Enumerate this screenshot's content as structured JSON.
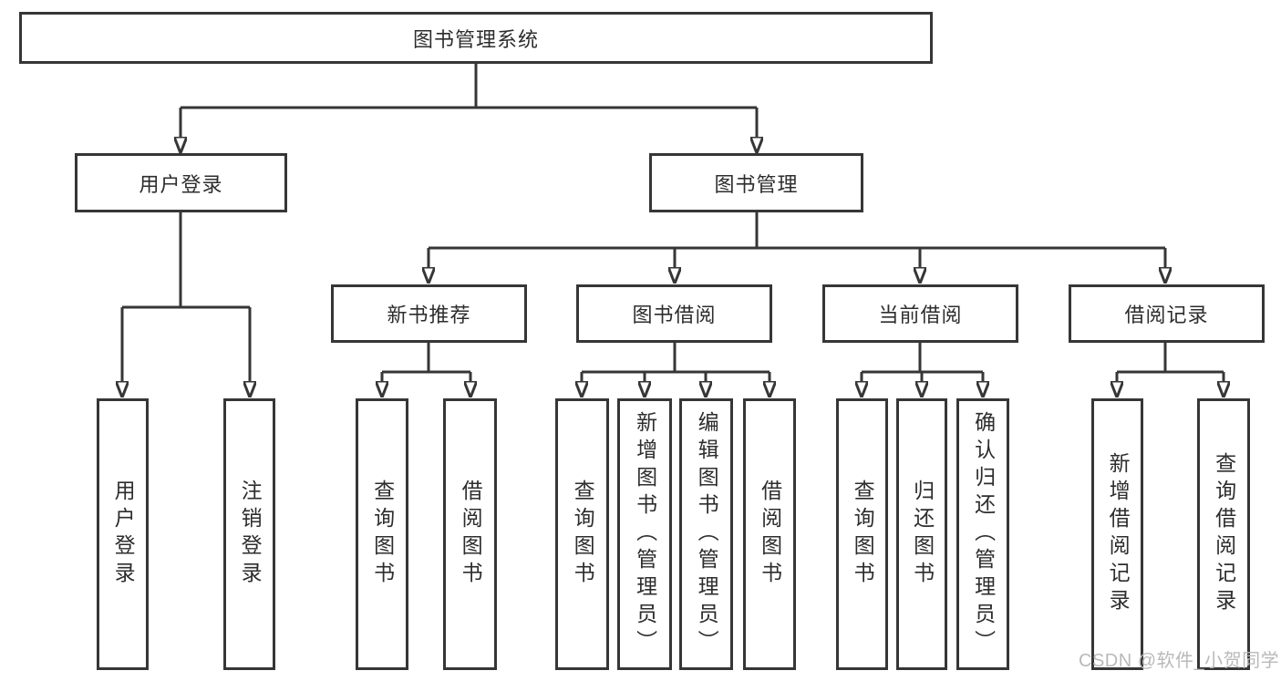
{
  "tree": {
    "root": {
      "label": "图书管理系统"
    },
    "branches": [
      {
        "label": "用户登录",
        "leaves": [
          {
            "label": "用户登录"
          },
          {
            "label": "注销登录"
          }
        ]
      },
      {
        "label": "图书管理",
        "groups": [
          {
            "label": "新书推荐",
            "leaves": [
              {
                "label": "查询图书"
              },
              {
                "label": "借阅图书"
              }
            ]
          },
          {
            "label": "图书借阅",
            "leaves": [
              {
                "label": "查询图书"
              },
              {
                "label": "新增图书（管理员）"
              },
              {
                "label": "编辑图书（管理员）"
              },
              {
                "label": "借阅图书"
              }
            ]
          },
          {
            "label": "当前借阅",
            "leaves": [
              {
                "label": "查询图书"
              },
              {
                "label": "归还图书"
              },
              {
                "label": "确认归还（管理员）"
              }
            ]
          },
          {
            "label": "借阅记录",
            "leaves": [
              {
                "label": "新增借阅记录"
              },
              {
                "label": "查询借阅记录"
              }
            ]
          }
        ]
      }
    ]
  },
  "watermark": {
    "text": "CSDN @软件_小贺同学"
  },
  "colors": {
    "line": "#363636",
    "text": "#2d2d2d",
    "background": "#ffffff",
    "watermark": "#b9b9b9"
  }
}
